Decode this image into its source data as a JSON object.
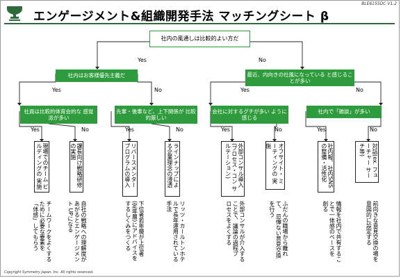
{
  "header": {
    "title": "エンゲージメント&組織開発手法 マッチングシート β",
    "doc_id": "BLE6155DC V1.2",
    "copyright": "Copyright Symmetry Japan, Inc.  All rights reserved.",
    "logo_icon": "trophy-logo-icon"
  },
  "colors": {
    "green": "#2e9c3c",
    "dark_green": "#2f6b3a"
  },
  "labels": {
    "yes": "Yes",
    "no": "No"
  },
  "root": {
    "text": "社内の風通しは比較的よい方だ"
  },
  "level1": [
    {
      "text": "社内はお客様優先主義だ"
    },
    {
      "text": "最近、内向きの社風になっている と感じることが多い"
    }
  ],
  "level2": [
    {
      "text": "社員は比較的体育会的な 感覚派が多い"
    },
    {
      "text": "先輩・後輩など、上下関係が 比較的厳しい"
    },
    {
      "text": "会社に対するグチが多い ように感じる"
    },
    {
      "text": "社内で「雑談」が多い"
    }
  ],
  "leaves": [
    {
      "method": "現場でのチーム ビルディングの 実施",
      "note": "チームワークをよくする ために必要な要素を 「体感」してもらう"
    },
    {
      "method": "課長向け戦略研修 の実施",
      "note": "自社の戦略への理解度が あがるとエンゲージメント UPになる"
    },
    {
      "method": "リバースメンター プログラムの導入",
      "note": "下位者若年層が上位者 (定年層)にアドバイスを するしくみをつくる"
    },
    {
      "method": "ラインナップによ る企業理念の浸透",
      "note": "リッツ・カールトンホテ ルで長年運用されている 手法"
    },
    {
      "method": "外部コンサル導入 (プロセス・コン サルテーション)",
      "note": "外部コンサルが介入する ことで、議論の過程プ ロセスをよくする"
    },
    {
      "method": "オフサイト・ ミーティングの 実施",
      "note": "ふだんの職場から離れて、 忌憚ない意見交換を行う"
    },
    {
      "method": "社内報、社内SNS の整備・活性化",
      "note": "情報を社内で共有するこ とで一体感のベースを 創る"
    },
    {
      "method": "対話(ex. フューチャー サーチ等)",
      "note": "前向きな意見交換の場を 意図的に設定する"
    }
  ]
}
